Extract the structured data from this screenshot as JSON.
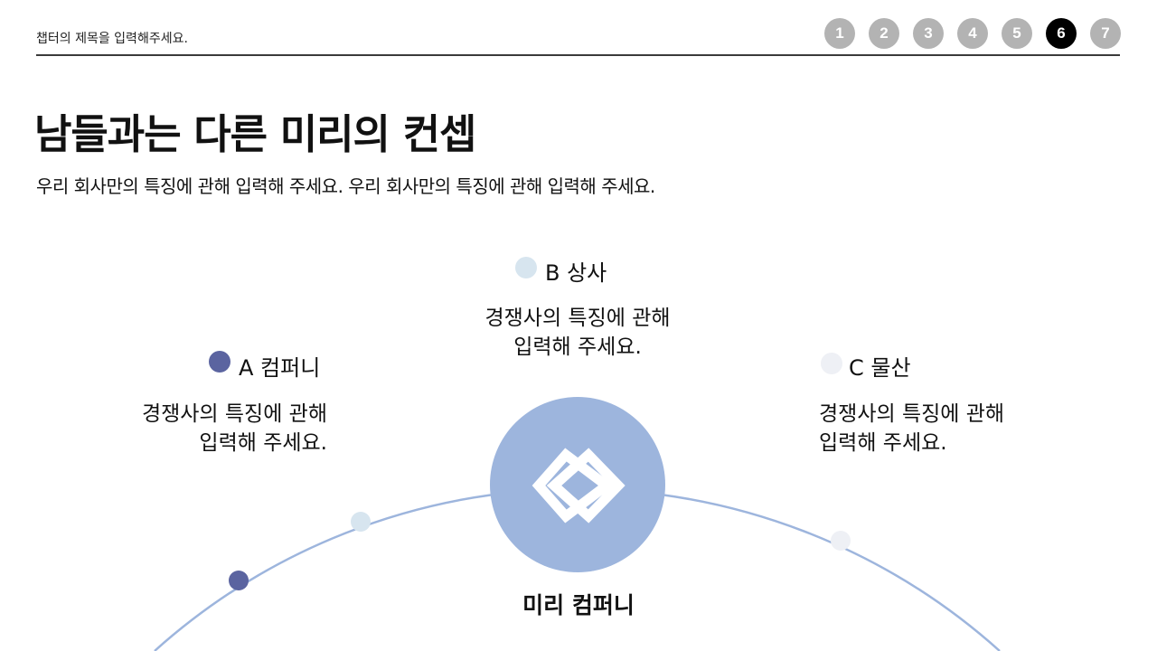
{
  "header": {
    "chapter_title": "챕터의 제목을 입력해주세요.",
    "pages": [
      "1",
      "2",
      "3",
      "4",
      "5",
      "6",
      "7"
    ],
    "active_page": "6"
  },
  "slide": {
    "title": "남들과는 다른 미리의 컨셉",
    "subtitle": "우리 회사만의 특징에 관해 입력해 주세요. 우리 회사만의 특징에 관해 입력해 주세요."
  },
  "items": [
    {
      "label": "A 컴퍼니",
      "desc_line1": "경쟁사의 특징에 관해",
      "desc_line2": "입력해 주세요.",
      "color": "#5b64a0"
    },
    {
      "label": "B 상사",
      "desc_line1": "경쟁사의 특징에 관해",
      "desc_line2": "입력해 주세요.",
      "color": "#d7e5ef"
    },
    {
      "label": "C 물산",
      "desc_line1": "경쟁사의 특징에 관해",
      "desc_line2": "입력해 주세요.",
      "color": "#eef0f5"
    }
  ],
  "center": {
    "label": "미리 컴퍼니",
    "circle_color": "#9db5dd",
    "logo_color": "#ffffff",
    "icon": "diamond-logo-icon"
  },
  "arc_color": "#9db5dd"
}
